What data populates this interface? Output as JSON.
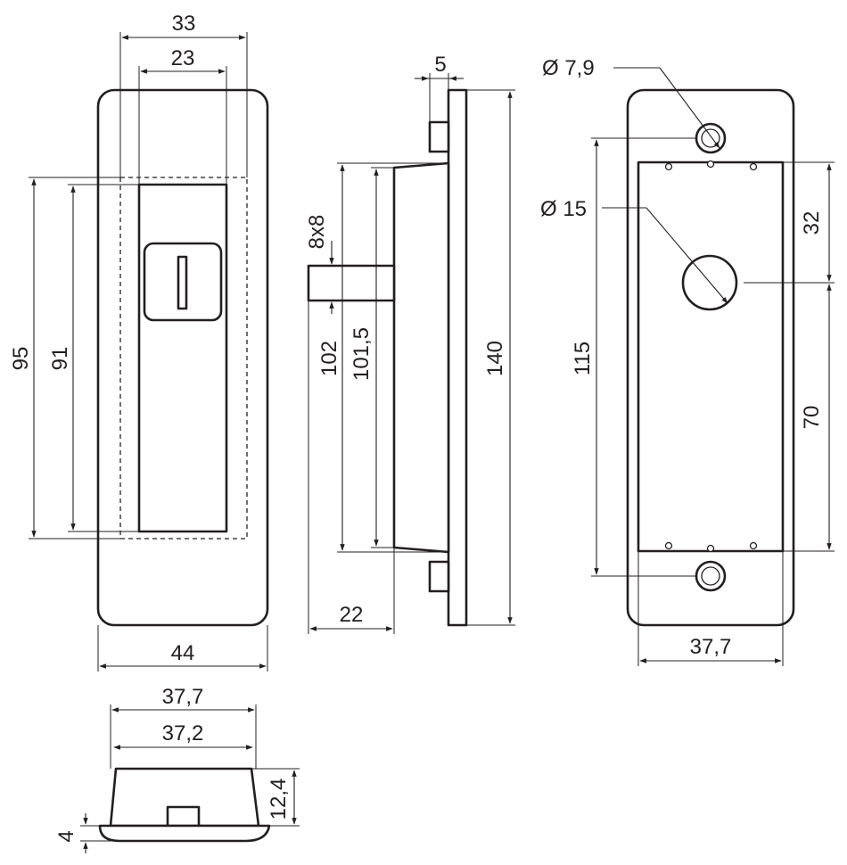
{
  "colors": {
    "line": "#231f20",
    "background": "#ffffff"
  },
  "front_view": {
    "dim_outer_width_top": "33",
    "dim_inner_width_top": "23",
    "dim_overall_width_bottom": "44",
    "dim_left_outer_height": "95",
    "dim_left_inner_height": "91"
  },
  "side_view": {
    "dim_plate_thickness": "5",
    "dim_spindle": "8x8",
    "dim_body_height_outer": "102",
    "dim_body_height_inner": "101,5",
    "dim_plate_height": "140",
    "dim_depth": "22"
  },
  "back_view": {
    "dim_screw_hole": "Ø 7,9",
    "dim_spindle_hole": "Ø 15",
    "dim_top_to_spindle": "32",
    "dim_screw_spacing": "115",
    "dim_spindle_to_bottom": "70",
    "dim_width": "37,7"
  },
  "bottom_view": {
    "dim_outer_width": "37,7",
    "dim_inner_width": "37,2",
    "dim_height": "12,4",
    "dim_lip": "4"
  }
}
